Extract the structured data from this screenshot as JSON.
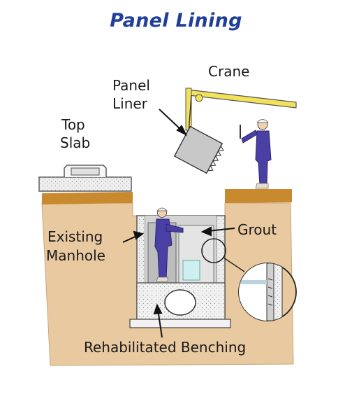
{
  "title": "Panel Lining",
  "labels": {
    "crane": "Crane",
    "panel_liner_line1": "Panel",
    "panel_liner_line2": "Liner",
    "top_slab_line1": "Top",
    "top_slab_line2": "Slab",
    "existing_manhole_line1": "Existing",
    "existing_manhole_line2": "Manhole",
    "grout": "Grout",
    "rehabilitated_benching": "Rehabilitated Benching"
  },
  "colors": {
    "title": "#1f3f9a",
    "soil": "#e8c9a0",
    "ground_strip": "#c9892e",
    "crane": "#f3e15a",
    "worker": "#4a3fa5",
    "concrete": "#efefef",
    "panel": "#d8d8d8"
  }
}
